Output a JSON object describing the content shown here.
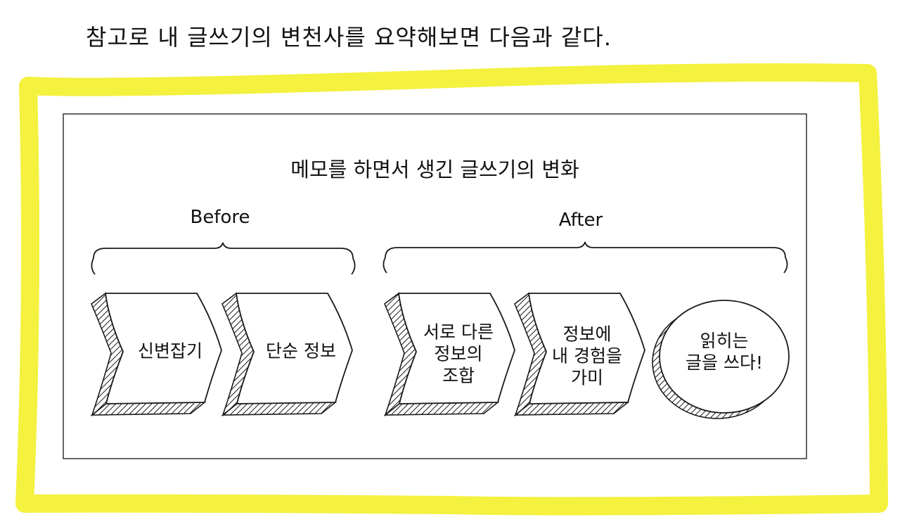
{
  "intro_text": "참고로 내 글쓰기의 변천사를 요약해보면 다음과 같다.",
  "diagram": {
    "title": "메모를 하면서 생긴 글쓰기의 변화",
    "before_label": "Before",
    "after_label": "After",
    "steps": [
      {
        "label": "신변잡기"
      },
      {
        "label": "단순 정보"
      },
      {
        "label": "서로 다른\n정보의\n조합"
      },
      {
        "label": "정보에\n내 경험을\n가미"
      },
      {
        "label": "읽히는\n글을 쓰다!"
      }
    ]
  },
  "colors": {
    "highlight": "#f3ef2a",
    "ink": "#1a1a1a"
  }
}
